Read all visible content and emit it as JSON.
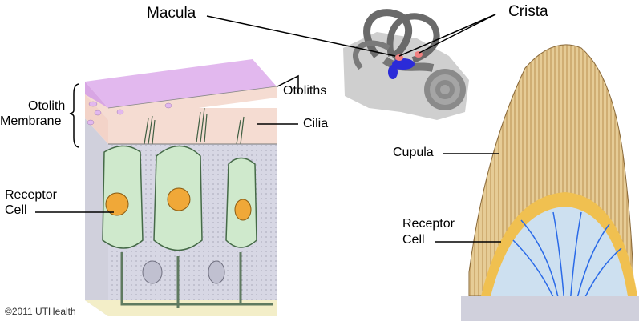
{
  "labels": {
    "macula": "Macula",
    "crista": "Crista",
    "otoliths": "Otoliths",
    "otolith_membrane_line1": "Otolith",
    "otolith_membrane_line2": "Membrane",
    "cilia": "Cilia",
    "cupula": "Cupula",
    "receptor_cell_left_line1": "Receptor",
    "receptor_cell_left_line2": "Cell",
    "receptor_cell_right_line1": "Receptor",
    "receptor_cell_right_line2": "Cell"
  },
  "copyright": "©2011 UTHealth",
  "colors": {
    "otolith_layer": "#e2b8ee",
    "otolith_membrane": "#f5dcd2",
    "receptor_cell": "#cfe9cc",
    "nucleus": "#f0a838",
    "support_tissue": "#d5d5e2",
    "basement": "#f3eec8",
    "cupula": "#e6cc96",
    "cupula_stripes": "#8a5a24",
    "crista_cells": "#f0c050",
    "nerve_fibers": "#2a6ae8",
    "macula_highlight": "#2222dd",
    "crista_highlight": "#f08080"
  }
}
